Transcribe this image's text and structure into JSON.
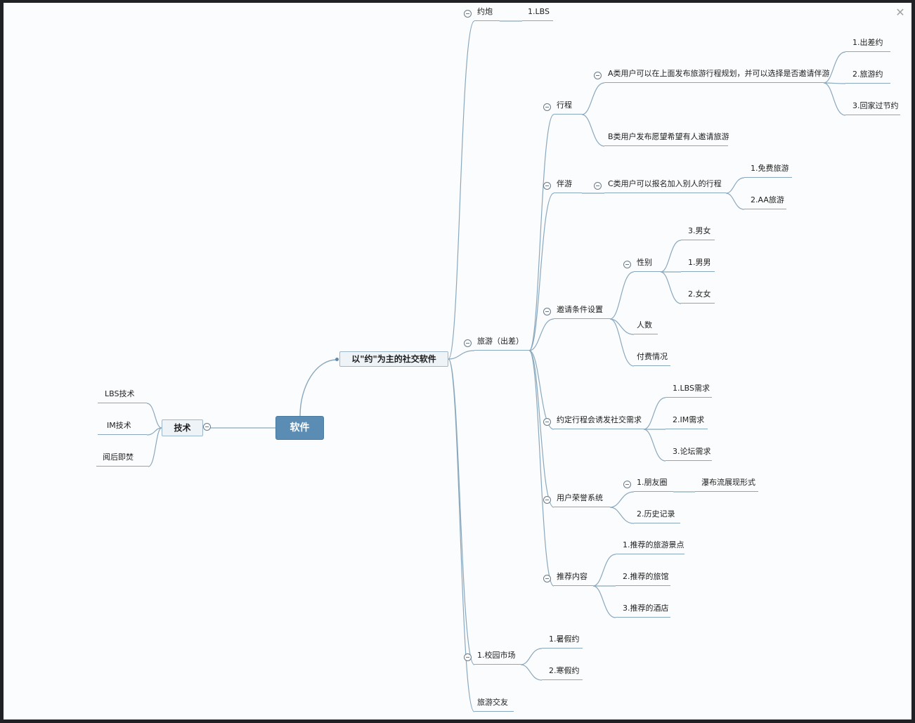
{
  "root": "软件",
  "left": {
    "label": "技术",
    "children": [
      "LBS技术",
      "IM技术",
      "阅后即焚"
    ]
  },
  "main": {
    "label": "以\"约\"为主的社交软件",
    "yuepao": {
      "label": "约炮",
      "child": "1.LBS"
    },
    "travel": {
      "label": "旅游（出差）",
      "xingcheng": {
        "label": "行程",
        "a": {
          "label": "A类用户可以在上面发布旅游行程规划，并可以选择是否邀请伴游",
          "children": [
            "1.出差约",
            "2.旅游约",
            "3.回家过节约"
          ]
        },
        "b": "B类用户发布愿望希望有人邀请旅游"
      },
      "banyou": {
        "label": "伴游",
        "c": {
          "label": "C类用户可以报名加入别人的行程",
          "children": [
            "1.免费旅游",
            "2.AA旅游"
          ]
        }
      },
      "invite": {
        "label": "邀请条件设置",
        "gender": {
          "label": "性别",
          "children": [
            "3.男女",
            "1.男男",
            "2.女女"
          ]
        },
        "count": "人数",
        "pay": "付费情况"
      },
      "social": {
        "label": "约定行程会诱发社交需求",
        "children": [
          "1.LBS需求",
          "2.IM需求",
          "3.论坛需求"
        ]
      },
      "honor": {
        "label": "用户荣誉系统",
        "moments": {
          "label": "1.朋友圈",
          "child": "瀑布流展现形式"
        },
        "history": "2.历史记录"
      },
      "recommend": {
        "label": "推荐内容",
        "children": [
          "1.推荐的旅游景点",
          "2.推荐的旅馆",
          "3.推荐的酒店"
        ]
      }
    },
    "campus": {
      "label": "1.校园市场",
      "children": [
        "1.暑假约",
        "2.寒假约"
      ]
    },
    "friends": "旅游交友"
  },
  "colors": {
    "canvas": "#fbfcfd",
    "root": "#5b8cb3",
    "line": "#8aa8bd",
    "frame": "#1f2125"
  },
  "icons": {
    "close": "close-icon",
    "toggle": "collapse-minus-icon"
  }
}
